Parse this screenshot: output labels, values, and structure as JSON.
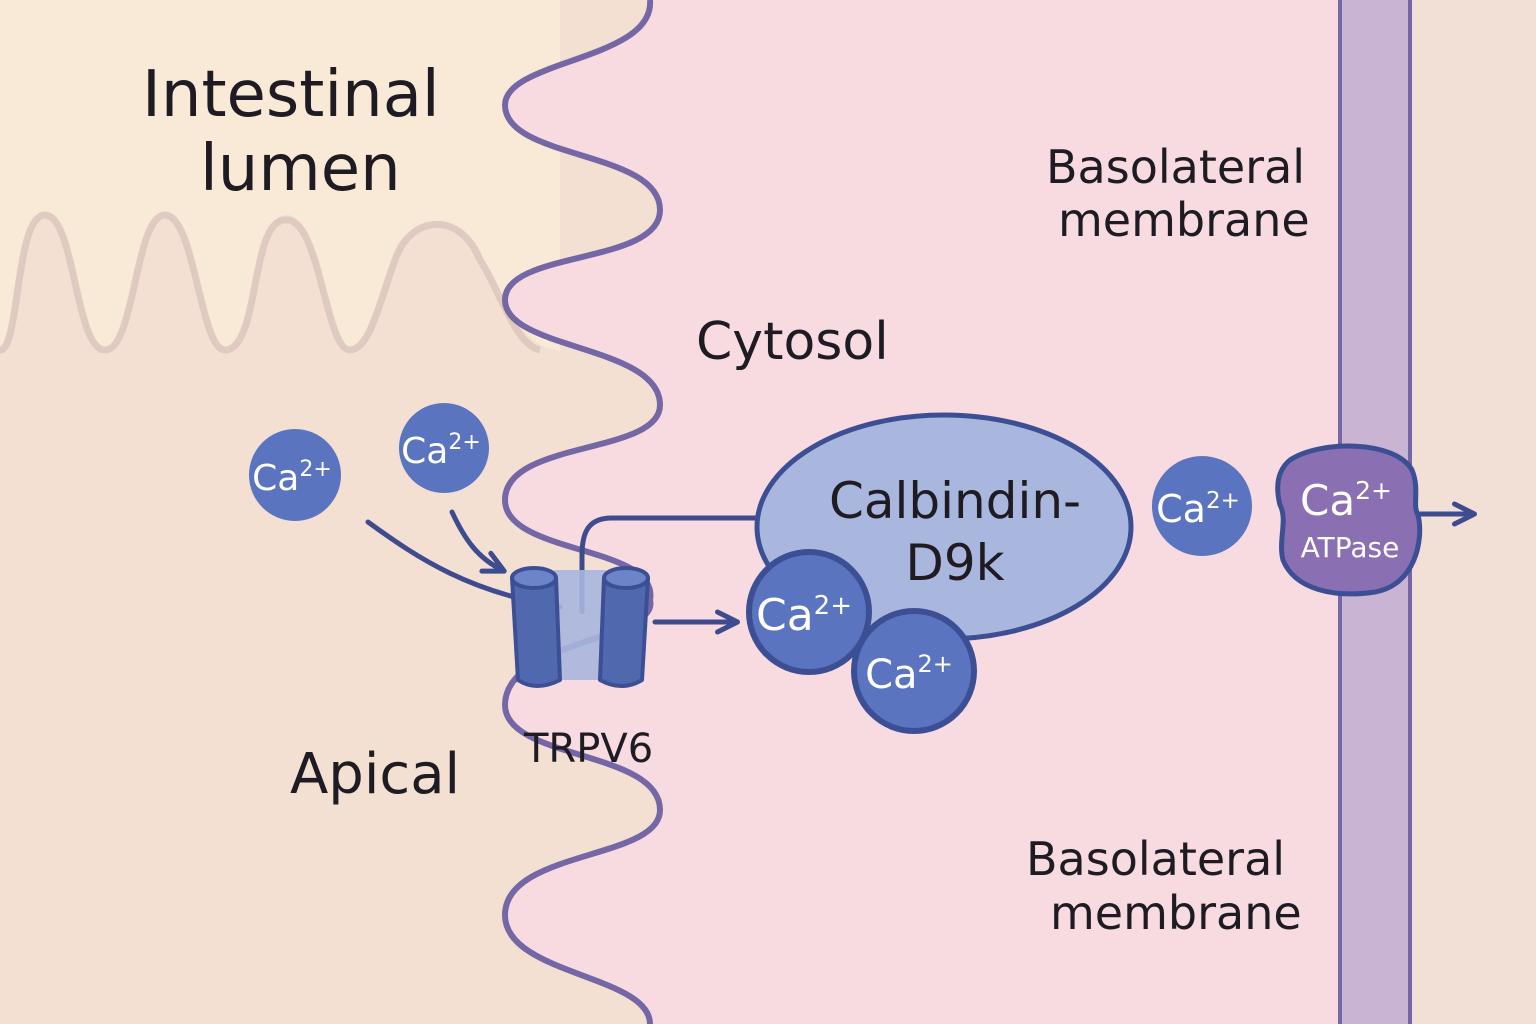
{
  "labels": {
    "lumen_line1": "Intestinal",
    "lumen_line2": "lumen",
    "basolateral_top_line1": "Basolateral",
    "basolateral_top_line2": "membrane",
    "cytosol": "Cytosol",
    "apical": "Apical",
    "trpv6": "TRPV6",
    "calbindin_line1": "Calbindin-",
    "calbindin_line2": "D9k",
    "basolateral_bottom_line1": "Basolateral",
    "basolateral_bottom_line2": "membrane"
  },
  "ions": {
    "symbol": "Ca",
    "charge": "2+"
  },
  "atpase": {
    "line1_symbol": "Ca",
    "line1_charge": "2+",
    "line2": "ATPase"
  },
  "colors": {
    "lumen": "#f8ead6",
    "apical_region": "#f3e0d3",
    "cytosol": "#f7dbe0",
    "membrane": "#7566a5",
    "basolateral_band": "#c9b4d4",
    "ion_fill": "#5a74c0",
    "ion_stroke": "#3d4f94",
    "calbindin": "#a9b6dd",
    "trpv6": "#4f68ae",
    "atpase": "#8a70b3",
    "arrow": "#3e4b8f"
  }
}
